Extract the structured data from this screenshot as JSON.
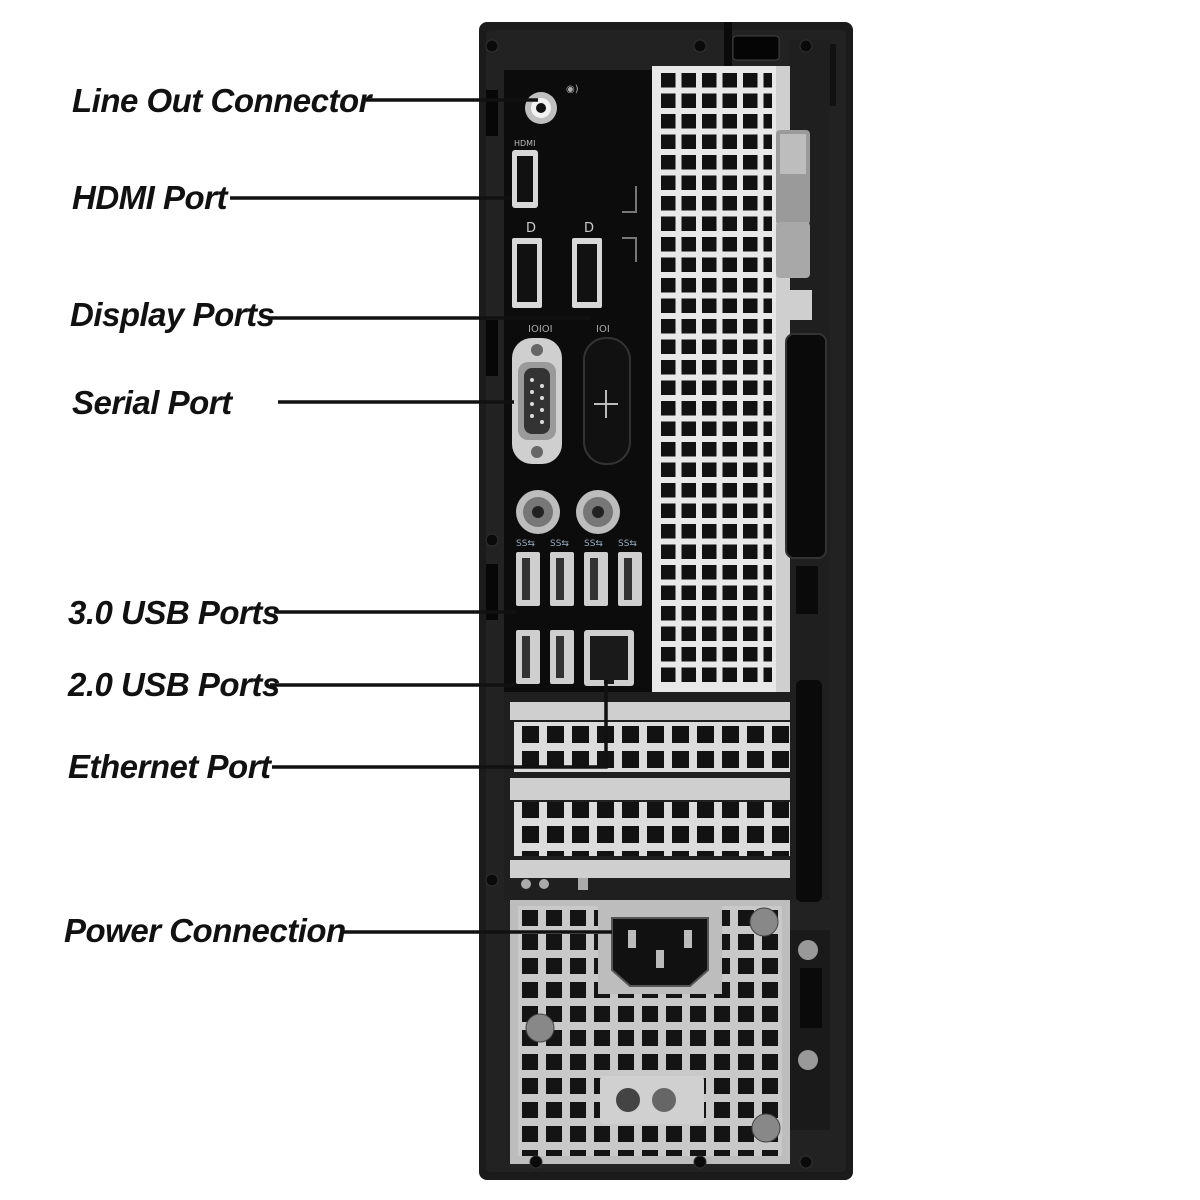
{
  "labels": {
    "line_out": "Line Out Connector",
    "hdmi": "HDMI Port",
    "display": "Display Ports",
    "serial": "Serial Port",
    "usb3": "3.0 USB Ports",
    "usb2": "2.0 USB Ports",
    "ethernet": "Ethernet Port",
    "power": "Power Connection"
  },
  "colors": {
    "chassis": "#1a1a1a",
    "panel": "#0d0d0d",
    "vent_metal": "#e6e6e6",
    "grille_hole": "#111111",
    "usb3_blue": "#3a3a3a",
    "leader": "#111111"
  },
  "icons": [
    "line-out-jack",
    "hdmi-port",
    "display-port",
    "serial-port",
    "ps2-port",
    "usb-port",
    "ethernet-port",
    "power-socket",
    "screw"
  ]
}
